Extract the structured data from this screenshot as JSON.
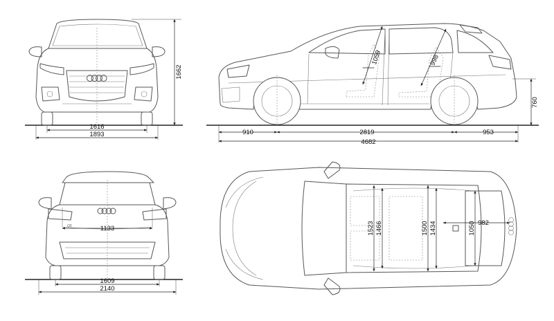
{
  "front_view": {
    "height": "1662",
    "track": "1616",
    "width": "1893"
  },
  "side_view": {
    "headroom_front": "1059",
    "headroom_rear": "998",
    "ground_to_bumper": "760",
    "front_overhang": "910",
    "wheelbase": "2819",
    "rear_overhang": "953",
    "length": "4682"
  },
  "rear_view": {
    "loading_width": "1133",
    "track": "1609",
    "width_mirrors": "2140",
    "badge": "Q5"
  },
  "top_view": {
    "shoulder_width_front": "1523",
    "elbow_width_front": "1466",
    "shoulder_width_rear": "1500",
    "elbow_width_rear": "1434",
    "trunk_width": "1050",
    "trunk_length": "982"
  },
  "colors": {
    "line": "#555555",
    "dimension": "#222222",
    "background": "#ffffff"
  }
}
